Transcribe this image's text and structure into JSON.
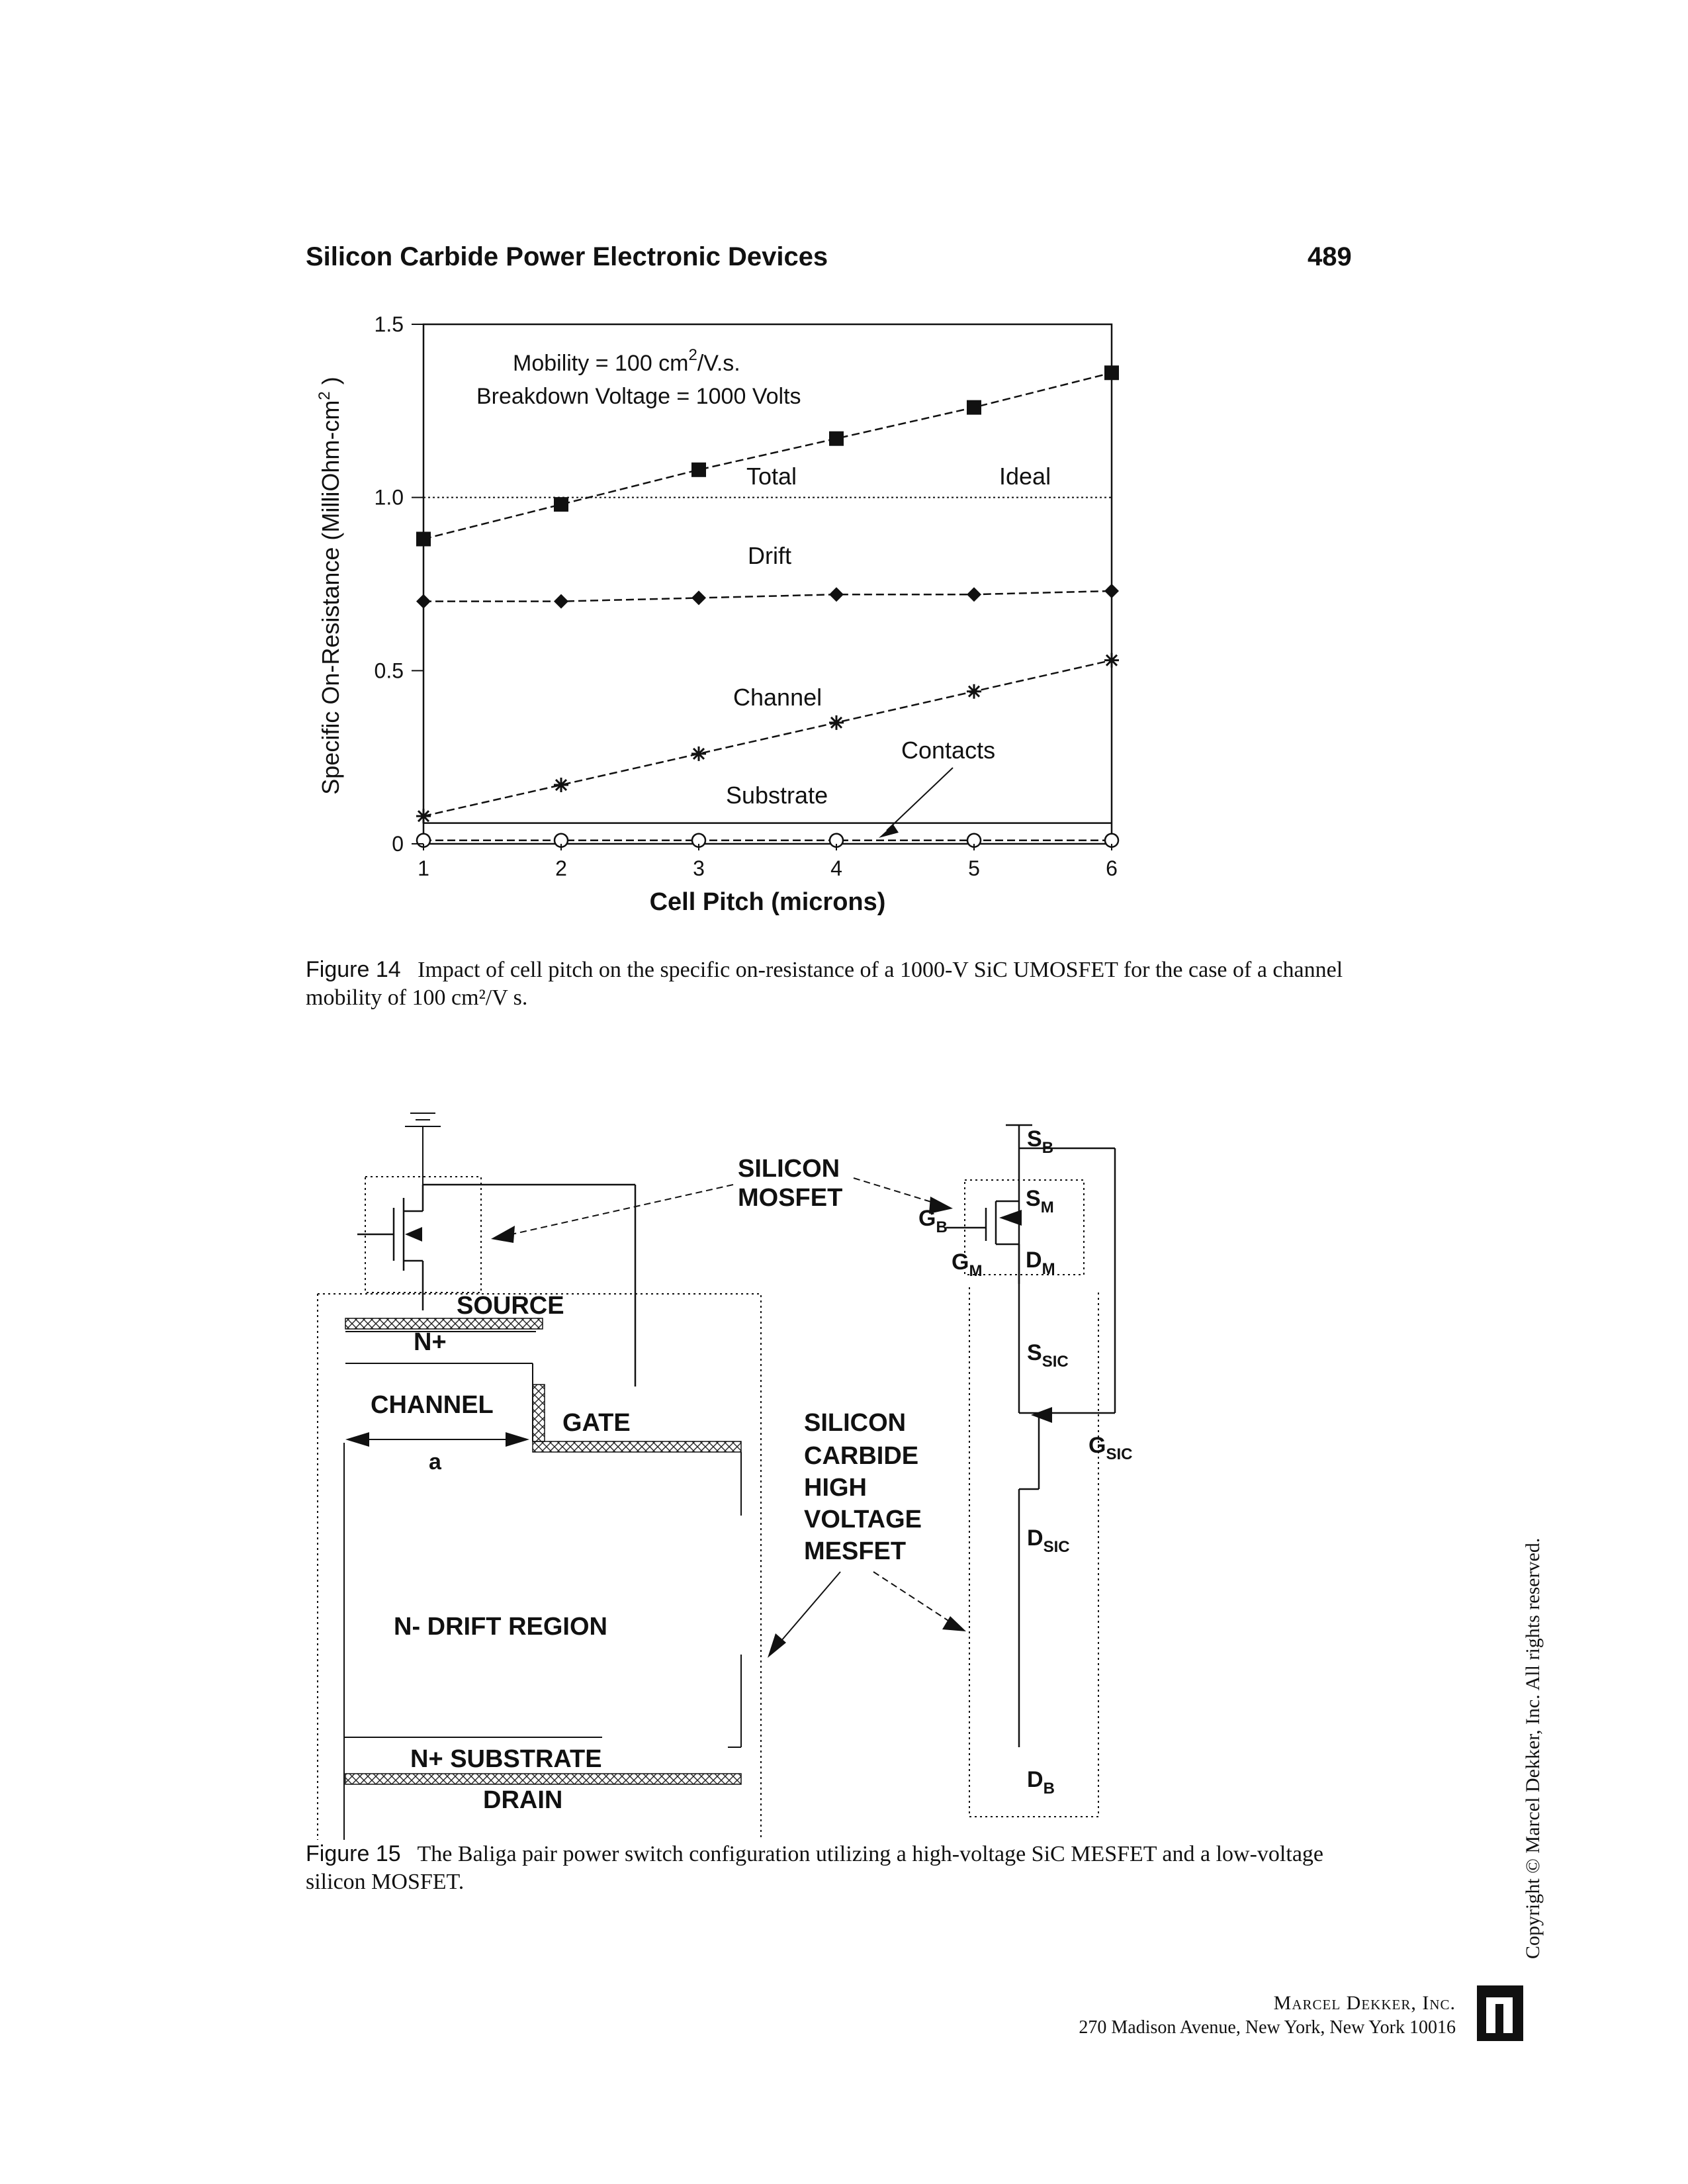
{
  "header": {
    "running_title": "Silicon Carbide Power Electronic Devices",
    "page_number": "489"
  },
  "figure14": {
    "label": "Figure 14",
    "caption": "Impact of cell pitch on the specific on-resistance of a 1000-V SiC UMOSFET for the case of a channel mobility of 100 cm²/V s."
  },
  "chart_data": {
    "type": "line",
    "annotation_line1_prefix": "Mobility = 100 cm",
    "annotation_line1_sup": "2",
    "annotation_line1_suffix": "/V.s.",
    "annotation_line2": "Breakdown Voltage = 1000 Volts",
    "xlabel": "Cell Pitch (microns)",
    "ylabel_prefix": "Specific On-Resistance (MilliOhm-cm",
    "ylabel_sup": "2",
    "ylabel_suffix": " )",
    "xlim": [
      1,
      6
    ],
    "ylim": [
      0,
      1.5
    ],
    "x_ticks": [
      "1",
      "2",
      "3",
      "4",
      "5",
      "6"
    ],
    "y_ticks": [
      {
        "value": 0,
        "label": "0"
      },
      {
        "value": 0.5,
        "label": "0.5"
      },
      {
        "value": 1.0,
        "label": "1.0"
      },
      {
        "value": 1.5,
        "label": "1.5"
      }
    ],
    "x": [
      1,
      2,
      3,
      4,
      5,
      6
    ],
    "series": [
      {
        "name": "Total",
        "marker": "square",
        "values": [
          0.88,
          0.98,
          1.08,
          1.17,
          1.26,
          1.36
        ]
      },
      {
        "name": "Drift",
        "marker": "diamond",
        "values": [
          0.7,
          0.7,
          0.71,
          0.72,
          0.72,
          0.73
        ]
      },
      {
        "name": "Channel",
        "marker": "star",
        "values": [
          0.08,
          0.17,
          0.26,
          0.35,
          0.44,
          0.53
        ]
      },
      {
        "name": "Substrate",
        "marker": "none",
        "values": [
          0.06,
          0.06,
          0.06,
          0.06,
          0.06,
          0.06
        ]
      },
      {
        "name": "Contacts",
        "marker": "circle",
        "values": [
          0.01,
          0.01,
          0.01,
          0.01,
          0.01,
          0.01
        ]
      }
    ],
    "reference_line": {
      "name": "Ideal",
      "value": 1.0
    }
  },
  "figure15": {
    "label": "Figure 15",
    "caption": "The Baliga pair power switch configuration utilizing a high-voltage SiC MESFET and a low-voltage silicon MOSFET.",
    "labels": {
      "silicon": "SILICON",
      "mosfet": "MOSFET",
      "source": "SOURCE",
      "n_plus": "N+",
      "channel": "CHANNEL",
      "gate": "GATE",
      "a": "a",
      "drift_region": "N- DRIFT REGION",
      "substrate": "N+ SUBSTRATE",
      "drain": "DRAIN",
      "mesfet_lines": [
        "SILICON",
        "CARBIDE",
        "HIGH",
        "VOLTAGE",
        "MESFET"
      ],
      "s_b": "S",
      "s_b_sub": "B",
      "s_m": "S",
      "s_m_sub": "M",
      "d_m": "D",
      "d_m_sub": "M",
      "g_b": "G",
      "g_b_sub": "B",
      "g_m": "G",
      "g_m_sub": "M",
      "s_sic": "S",
      "s_sic_sub": "SIC",
      "g_sic": "G",
      "g_sic_sub": "SIC",
      "d_sic": "D",
      "d_sic_sub": "SIC",
      "d_b": "D",
      "d_b_sub": "B"
    }
  },
  "sidebar": {
    "copyright": "Copyright © Marcel Dekker, Inc. All rights reserved."
  },
  "publisher": {
    "name": "Marcel Dekker, Inc.",
    "address": "270 Madison Avenue, New York, New York 10016"
  }
}
